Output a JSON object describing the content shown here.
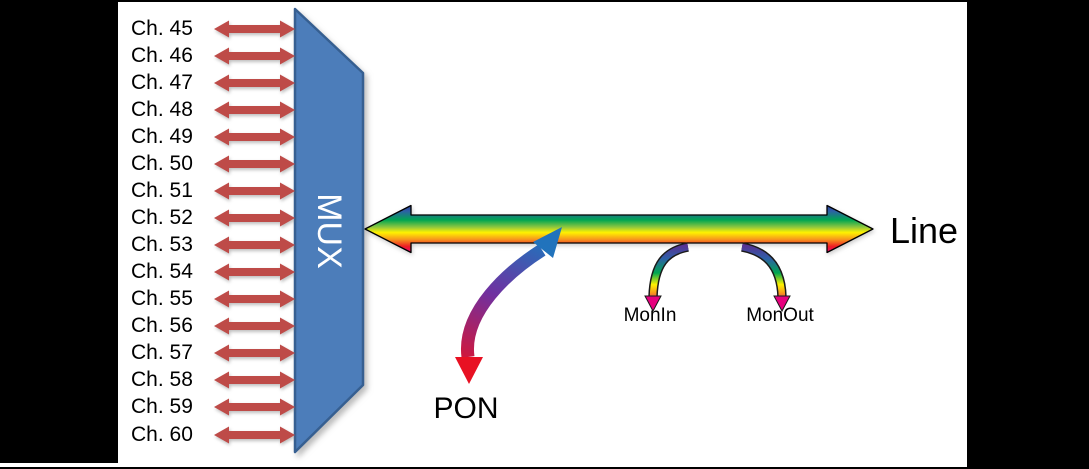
{
  "frame": {
    "bg": "#000000",
    "panel_bg": "#ffffff"
  },
  "mux": {
    "label": "MUX",
    "fill": "#4C7DBA",
    "border": "#365F91",
    "label_color": "#ffffff"
  },
  "channels": {
    "arrow_color": "#BE4B48",
    "items": [
      "Ch. 45",
      "Ch. 46",
      "Ch. 47",
      "Ch. 48",
      "Ch. 49",
      "Ch. 50",
      "Ch. 51",
      "Ch. 52",
      "Ch. 53",
      "Ch. 54",
      "Ch. 55",
      "Ch. 56",
      "Ch. 57",
      "Ch. 58",
      "Ch. 59",
      "Ch. 60"
    ]
  },
  "line": {
    "label": "Line",
    "gradient": [
      "#2E3192",
      "#2E5FA7",
      "#00A651",
      "#8DC63F",
      "#FFF200",
      "#F7941D",
      "#ED1C24",
      "#EC008C"
    ]
  },
  "pon": {
    "label": "PON",
    "top_color": "#2173BC",
    "mid_color": "#7030A0",
    "bottom_color": "#E81123"
  },
  "monitors": {
    "mon_in": {
      "label": "MonIn"
    },
    "mon_out": {
      "label": "MonOut"
    },
    "head_color": "#E6007E"
  }
}
